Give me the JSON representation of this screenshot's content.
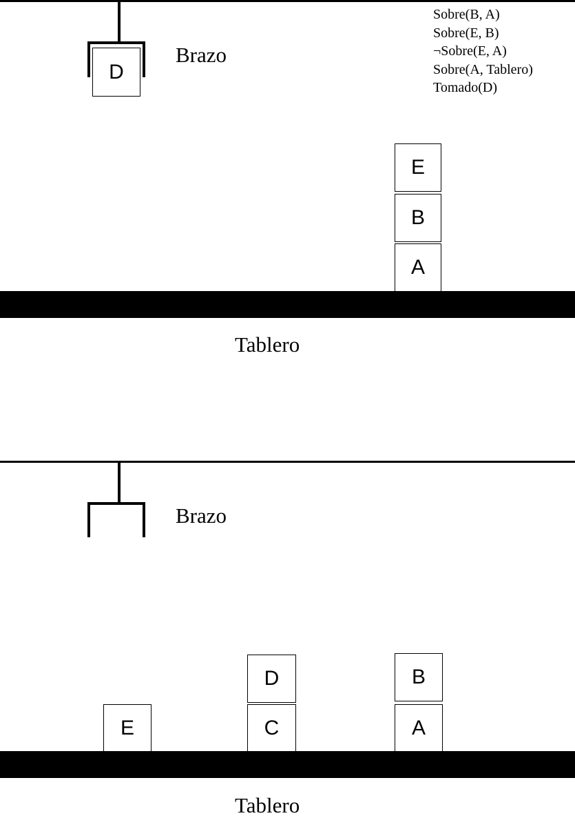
{
  "scene1": {
    "arm_label": "Brazo",
    "held_block": "D",
    "stack": [
      "E",
      "B",
      "A"
    ],
    "board_label": "Tablero",
    "state": [
      "Sobre(B, A)",
      "Sobre(E, B)",
      "¬Sobre(E, A)",
      "Sobre(A, Tablero)",
      "Tomado(D)"
    ]
  },
  "scene2": {
    "arm_label": "Brazo",
    "block_e": "E",
    "stack_dc": [
      "D",
      "C"
    ],
    "stack_ba": [
      "B",
      "A"
    ],
    "board_label": "Tablero"
  }
}
